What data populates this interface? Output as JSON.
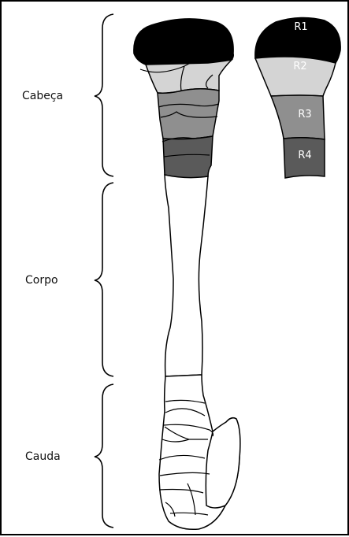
{
  "regions": {
    "head_label": "Cabeça",
    "body_label": "Corpo",
    "tail_label": "Cauda"
  },
  "legend": [
    {
      "label": "R1",
      "fill": "#000000",
      "text_color": "#ffffff"
    },
    {
      "label": "R2",
      "fill": "#d4d4d4",
      "text_color": "#ffffff"
    },
    {
      "label": "R3",
      "fill": "#8f8f8f",
      "text_color": "#ffffff"
    },
    {
      "label": "R4",
      "fill": "#5a5a5a",
      "text_color": "#ffffff"
    }
  ],
  "colors": {
    "outline": "#000000",
    "background": "#ffffff"
  }
}
